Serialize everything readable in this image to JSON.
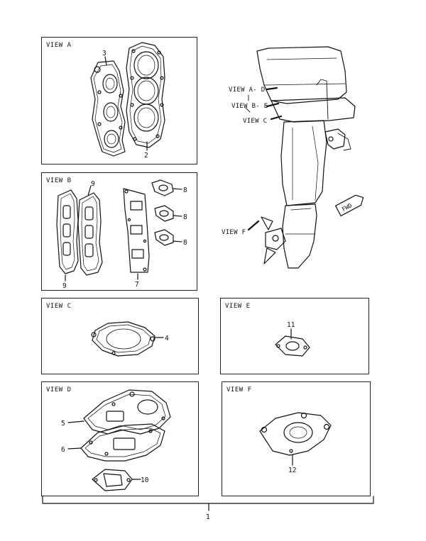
{
  "views": {
    "a": {
      "title": "VIEW A"
    },
    "b": {
      "title": "VIEW B"
    },
    "c": {
      "title": "VIEW C"
    },
    "d": {
      "title": "VIEW D"
    },
    "e": {
      "title": "VIEW E"
    },
    "f": {
      "title": "VIEW F"
    }
  },
  "callouts": {
    "ad": "VIEW A- D",
    "be": "VIEW B- E",
    "c": "VIEW C",
    "f": "VIEW F",
    "fwd": "FWD"
  },
  "parts": {
    "p1": "1",
    "p2": "2",
    "p3": "3",
    "p4": "4",
    "p5": "5",
    "p6": "6",
    "p7": "7",
    "p8a": "8",
    "p8b": "8",
    "p8c": "8",
    "p9a": "9",
    "p9b": "9",
    "p10": "10",
    "p11": "11",
    "p12": "12"
  }
}
